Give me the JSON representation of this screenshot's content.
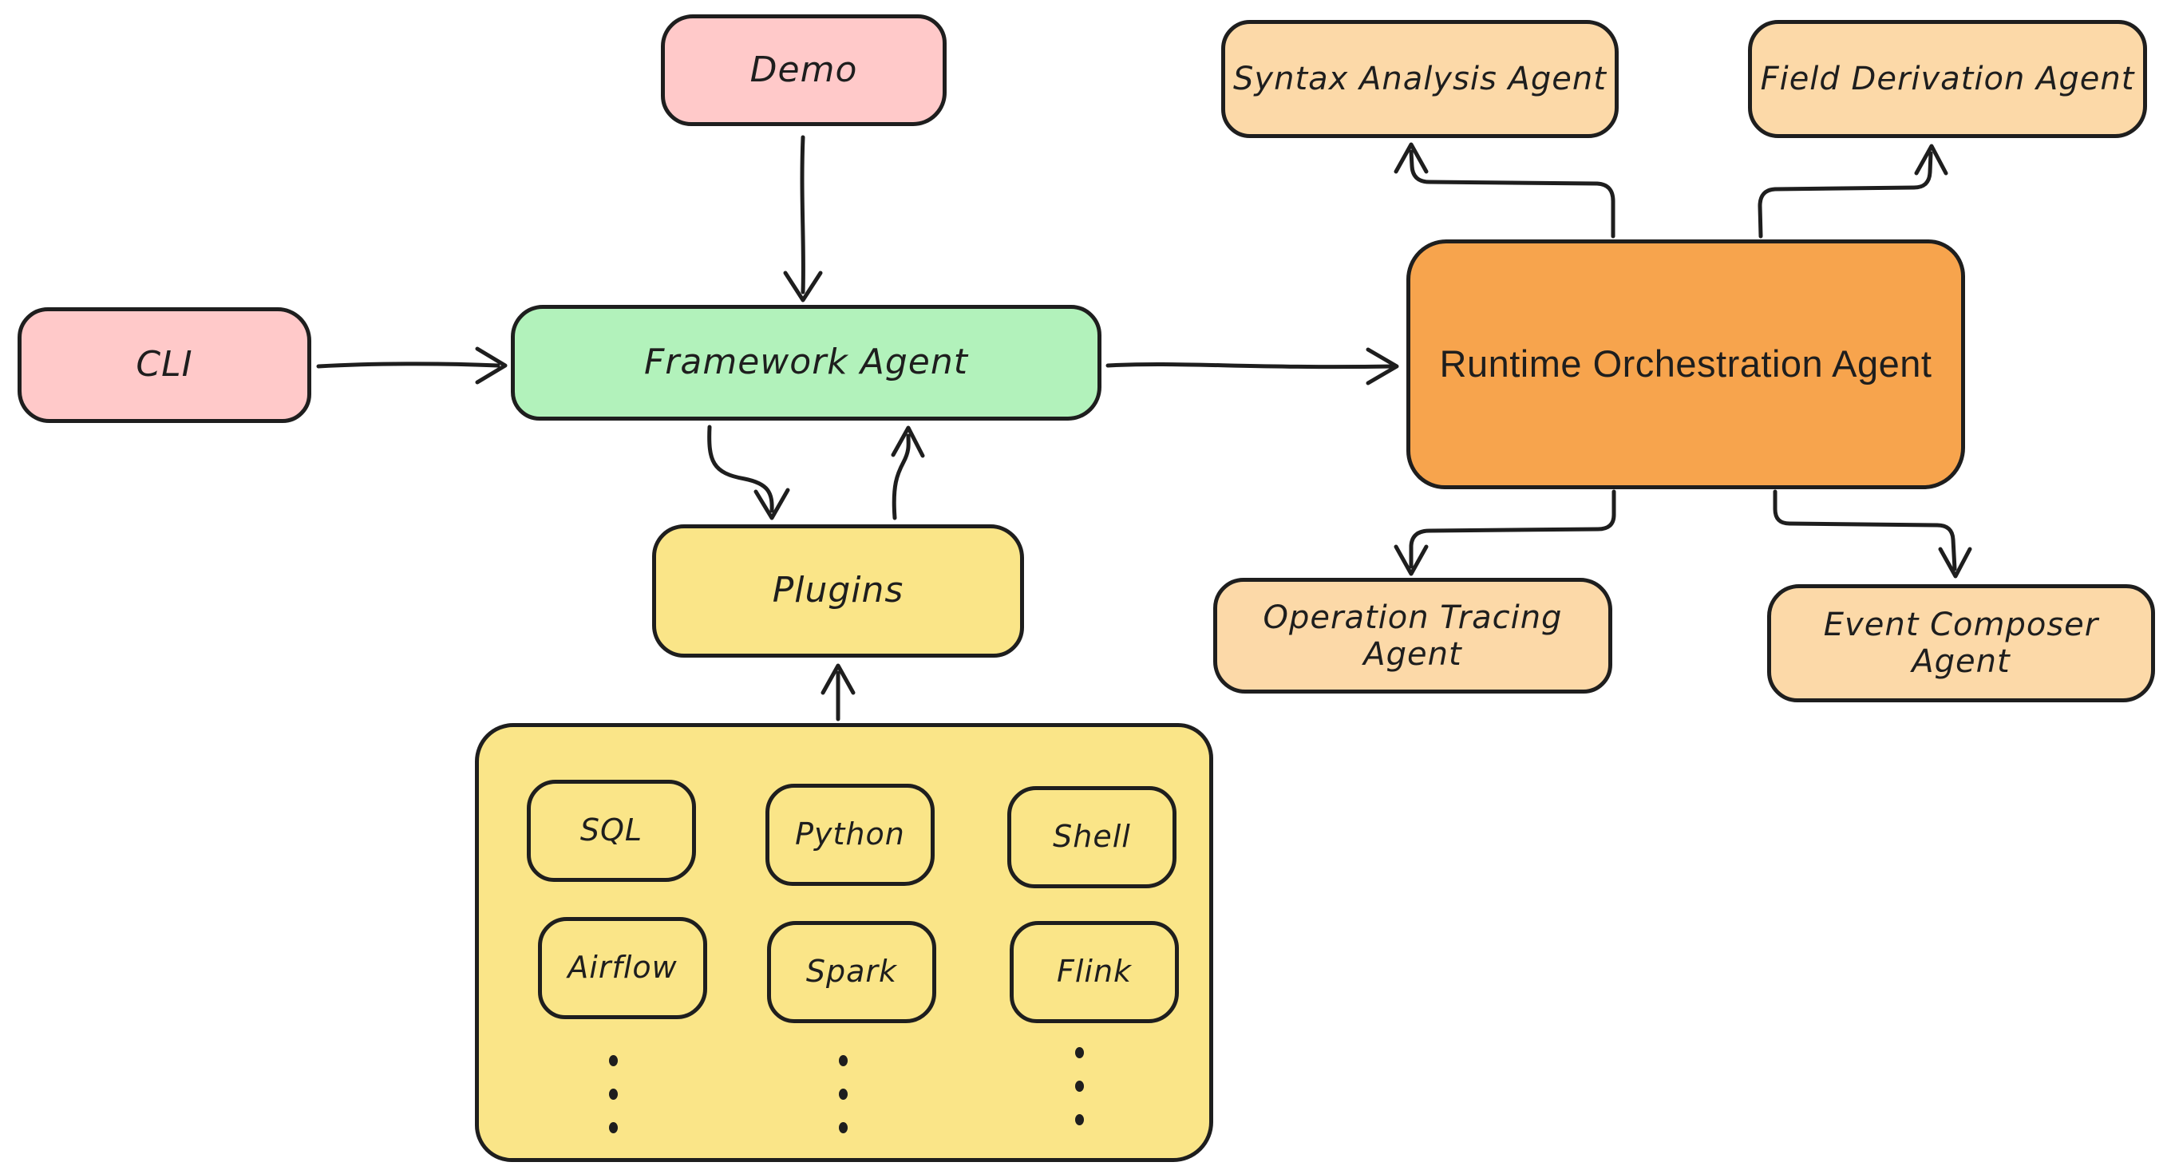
{
  "diagram": {
    "type": "flowchart",
    "style": "hand-drawn-excalidraw",
    "background": "#ffffff",
    "colors": {
      "stroke": "#1e1e1e",
      "pink": "#ffc9c9",
      "green": "#b2f2bb",
      "yellow": "#fae588",
      "orange": "#f7a44d",
      "peach": "#fcd9a8"
    },
    "nodes": {
      "demo": {
        "label": "Demo",
        "fill": "#ffc9c9"
      },
      "cli": {
        "label": "CLI",
        "fill": "#ffc9c9"
      },
      "framework_agent": {
        "label": "Framework Agent",
        "fill": "#b2f2bb"
      },
      "plugins": {
        "label": "Plugins",
        "fill": "#fae588"
      },
      "plugin_library": {
        "label": "",
        "fill": "#fae588"
      },
      "runtime_orchestration_agent": {
        "label": "Runtime Orchestration Agent",
        "fill": "#f7a44d"
      },
      "syntax_analysis_agent": {
        "label": "Syntax Analysis Agent",
        "fill": "#fcd9a8"
      },
      "field_derivation_agent": {
        "label": "Field Derivation Agent",
        "fill": "#fcd9a8"
      },
      "operation_tracing_agent": {
        "label": "Operation Tracing Agent",
        "fill": "#fcd9a8"
      },
      "event_composer_agent": {
        "label": "Event Composer Agent",
        "fill": "#fcd9a8"
      }
    },
    "plugin_items": [
      "SQL",
      "Python",
      "Shell",
      "Airflow",
      "Spark",
      "Flink"
    ],
    "ellipsis": {
      "columns": 3,
      "dots_per_column": 3
    },
    "edges": [
      {
        "from": "demo",
        "to": "framework_agent"
      },
      {
        "from": "cli",
        "to": "framework_agent"
      },
      {
        "from": "framework_agent",
        "to": "runtime_orchestration_agent"
      },
      {
        "from": "framework_agent",
        "to": "plugins"
      },
      {
        "from": "plugins",
        "to": "framework_agent"
      },
      {
        "from": "plugin_library",
        "to": "plugins"
      },
      {
        "from": "runtime_orchestration_agent",
        "to": "syntax_analysis_agent"
      },
      {
        "from": "runtime_orchestration_agent",
        "to": "field_derivation_agent"
      },
      {
        "from": "runtime_orchestration_agent",
        "to": "operation_tracing_agent"
      },
      {
        "from": "runtime_orchestration_agent",
        "to": "event_composer_agent"
      }
    ]
  }
}
